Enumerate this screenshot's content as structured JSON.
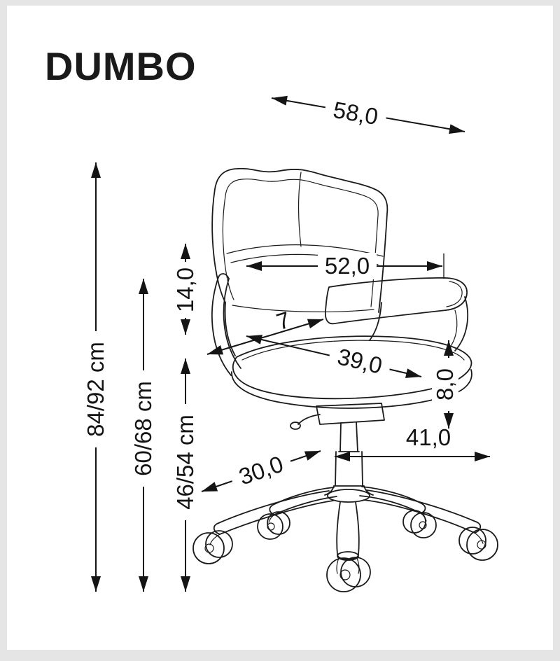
{
  "title": "DUMBO",
  "colors": {
    "line": "#1b1b1b",
    "dimension": "#141414",
    "background": "#ffffff",
    "frame": "#e5e5e5"
  },
  "dimensions": {
    "overall_height": "84/92 cm",
    "seat_back_height": "60/68 cm",
    "seat_height": "46/54 cm",
    "backrest_to_armrest": "14,0",
    "backrest_top_depth": "58,0",
    "backrest_width": "52,0",
    "armrest_thickness": "7",
    "seat_depth": "39,0",
    "seat_cushion_thickness": "8,0",
    "seat_width": "41,0",
    "base_leg_length": "30,0"
  }
}
